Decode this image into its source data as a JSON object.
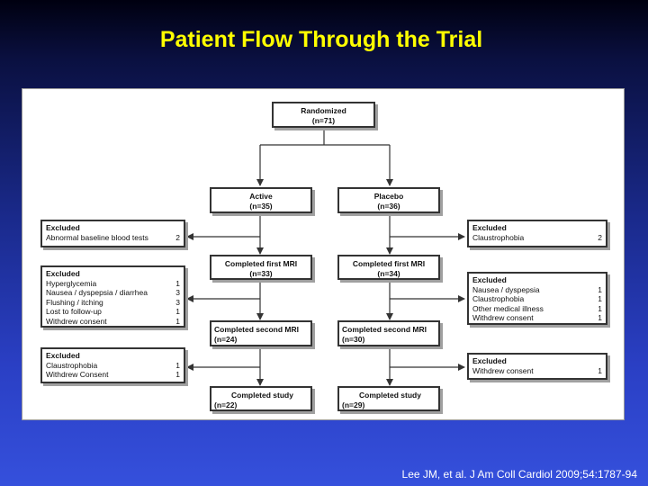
{
  "title": "Patient Flow Through the Trial",
  "citation": "Lee JM, et al. J Am Coll Cardiol 2009;54:1787-94",
  "flow": {
    "randomized": {
      "label": "Randomized",
      "n": "(n=71)"
    },
    "active": {
      "label": "Active",
      "n": "(n=35)"
    },
    "placebo": {
      "label": "Placebo",
      "n": "(n=36)"
    },
    "active_first_mri": {
      "label": "Completed first MRI",
      "n": "(n=33)"
    },
    "placebo_first_mri": {
      "label": "Completed first MRI",
      "n": "(n=34)"
    },
    "active_second_mri": {
      "label": "Completed second MRI",
      "n": "(n=24)"
    },
    "placebo_second_mri": {
      "label": "Completed second MRI",
      "n": "(n=30)"
    },
    "active_completed": {
      "label": "Completed study",
      "n": "(n=22)"
    },
    "placebo_completed": {
      "label": "Completed study",
      "n": "(n=29)"
    }
  },
  "exclusions": {
    "active_1": {
      "heading": "Excluded",
      "items": [
        {
          "reason": "Abnormal baseline blood tests",
          "count": "2"
        }
      ]
    },
    "active_2": {
      "heading": "Excluded",
      "items": [
        {
          "reason": "Hyperglycemia",
          "count": "1"
        },
        {
          "reason": "Nausea / dyspepsia / diarrhea",
          "count": "3"
        },
        {
          "reason": "Flushing / itching",
          "count": "3"
        },
        {
          "reason": "Lost to follow-up",
          "count": "1"
        },
        {
          "reason": "Withdrew consent",
          "count": "1"
        }
      ]
    },
    "active_3": {
      "heading": "Excluded",
      "items": [
        {
          "reason": "Claustrophobia",
          "count": "1"
        },
        {
          "reason": "Withdrew Consent",
          "count": "1"
        }
      ]
    },
    "placebo_1": {
      "heading": "Excluded",
      "items": [
        {
          "reason": "Claustrophobia",
          "count": "2"
        }
      ]
    },
    "placebo_2": {
      "heading": "Excluded",
      "items": [
        {
          "reason": "Nausea / dyspepsia",
          "count": "1"
        },
        {
          "reason": "Claustrophobia",
          "count": "1"
        },
        {
          "reason": "Other medical illness",
          "count": "1"
        },
        {
          "reason": "Withdrew consent",
          "count": "1"
        }
      ]
    },
    "placebo_3": {
      "heading": "Excluded",
      "items": [
        {
          "reason": "Withdrew consent",
          "count": "1"
        }
      ]
    }
  }
}
